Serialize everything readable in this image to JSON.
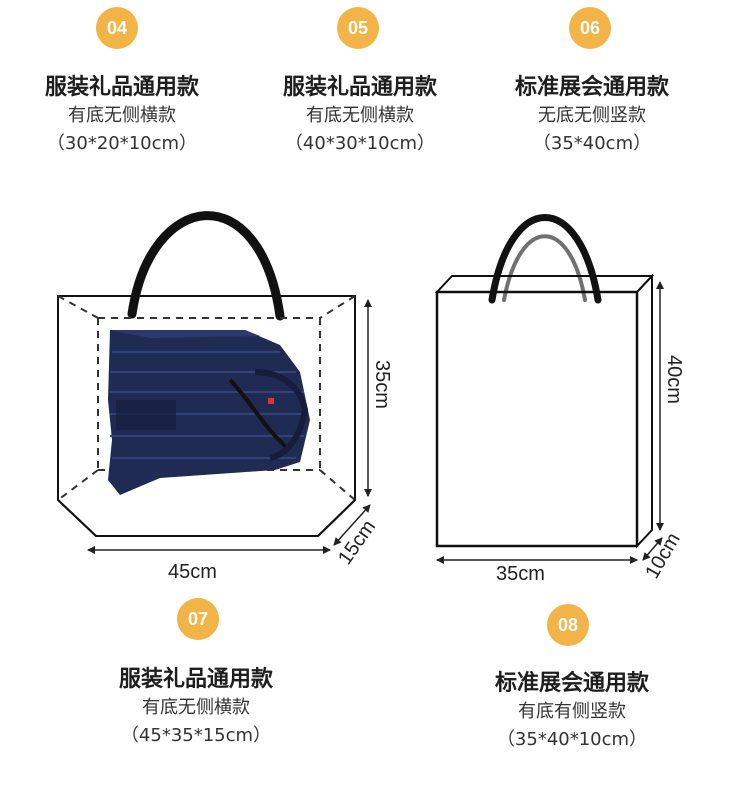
{
  "badges": {
    "b04": "04",
    "b05": "05",
    "b06": "06",
    "b07": "07",
    "b08": "08"
  },
  "specs": {
    "s04": {
      "title": "服装礼品通用款",
      "sub": "有底无侧横款",
      "size": "（30*20*10cm）"
    },
    "s05": {
      "title": "服装礼品通用款",
      "sub": "有底无侧横款",
      "size": "（40*30*10cm）"
    },
    "s06": {
      "title": "标准展会通用款",
      "sub": "无底无侧竖款",
      "size": "（35*40cm）"
    },
    "s07": {
      "title": "服装礼品通用款",
      "sub": "有底无侧横款",
      "size": "（45*35*15cm）"
    },
    "s08": {
      "title": "标准展会通用款",
      "sub": "有底有侧竖款",
      "size": "（35*40*10cm）"
    }
  },
  "bag07": {
    "width": "45cm",
    "height": "35cm",
    "depth": "15cm"
  },
  "bag08": {
    "width": "35cm",
    "height": "40cm",
    "depth": "10cm"
  },
  "colors": {
    "badge": "#f2b347",
    "jacket": "#1f2b52",
    "outline": "#111111"
  }
}
